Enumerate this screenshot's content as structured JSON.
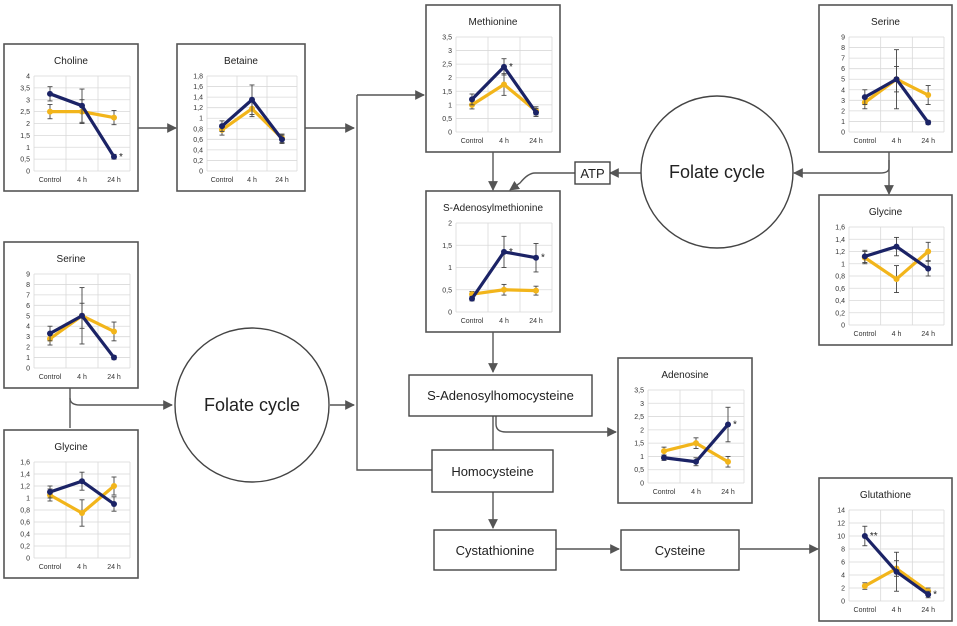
{
  "colors": {
    "treated": "#1b2366",
    "control": "#f2b51b"
  },
  "nodes": {
    "atp": "ATP",
    "sah": "S-Adenosylhomocysteine",
    "homocysteine": "Homocysteine",
    "cystathionine": "Cystathionine",
    "cysteine": "Cysteine",
    "folate_left": "Folate cycle",
    "folate_right": "Folate cycle"
  },
  "chart_data": [
    {
      "id": "choline",
      "type": "line",
      "title": "Choline",
      "categories": [
        "Control",
        "4 h",
        "24 h"
      ],
      "yticks": [
        "0",
        "0,5",
        "1",
        "1,5",
        "2",
        "2,5",
        "3",
        "3,5",
        "4"
      ],
      "ylim": [
        0,
        4
      ],
      "series": [
        {
          "values": [
            3.25,
            2.75,
            0.6
          ],
          "err": [
            0.3,
            0.7,
            0.1
          ]
        },
        {
          "values": [
            2.5,
            2.5,
            2.25
          ],
          "err": [
            0.3,
            0.5,
            0.3
          ]
        }
      ],
      "sig": [
        {
          "text": "*",
          "index": 2
        }
      ]
    },
    {
      "id": "betaine",
      "type": "line",
      "title": "Betaine",
      "categories": [
        "Control",
        "4 h",
        "24 h"
      ],
      "yticks": [
        "0",
        "0,2",
        "0,4",
        "0,6",
        "0,8",
        "1",
        "1,2",
        "1,4",
        "1,6",
        "1,8"
      ],
      "ylim": [
        0,
        1.8
      ],
      "series": [
        {
          "values": [
            0.85,
            1.35,
            0.6
          ],
          "err": [
            0.1,
            0.28,
            0.08
          ]
        },
        {
          "values": [
            0.78,
            1.18,
            0.62
          ],
          "err": [
            0.1,
            0.15,
            0.08
          ]
        }
      ],
      "sig": []
    },
    {
      "id": "methionine",
      "type": "line",
      "title": "Methionine",
      "categories": [
        "Control",
        "4 h",
        "24 h"
      ],
      "yticks": [
        "0",
        "0,5",
        "1",
        "1,5",
        "2",
        "2,5",
        "3",
        "3,5"
      ],
      "ylim": [
        0,
        3.5
      ],
      "series": [
        {
          "values": [
            1.2,
            2.4,
            0.72
          ],
          "err": [
            0.2,
            0.3,
            0.15
          ]
        },
        {
          "values": [
            1.0,
            1.75,
            0.78
          ],
          "err": [
            0.15,
            0.4,
            0.15
          ]
        }
      ],
      "sig": [
        {
          "text": "*",
          "index": 1
        }
      ]
    },
    {
      "id": "sam",
      "type": "line",
      "title": "S-Adenosylmethionine",
      "categories": [
        "Control",
        "4 h",
        "24 h"
      ],
      "yticks": [
        "0",
        "0,5",
        "1",
        "1,5",
        "2"
      ],
      "ylim": [
        0,
        2
      ],
      "series": [
        {
          "values": [
            0.3,
            1.35,
            1.22
          ],
          "err": [
            0.05,
            0.35,
            0.32
          ]
        },
        {
          "values": [
            0.4,
            0.5,
            0.48
          ],
          "err": [
            0.06,
            0.12,
            0.1
          ]
        }
      ],
      "sig": [
        {
          "text": "*",
          "index": 1
        },
        {
          "text": "*",
          "index": 2
        }
      ]
    },
    {
      "id": "serine_right",
      "type": "line",
      "title": "Serine",
      "categories": [
        "Control",
        "4 h",
        "24 h"
      ],
      "yticks": [
        "0",
        "1",
        "2",
        "3",
        "4",
        "5",
        "6",
        "7",
        "8",
        "9"
      ],
      "ylim": [
        0,
        9
      ],
      "series": [
        {
          "values": [
            3.3,
            5.0,
            0.9
          ],
          "err": [
            0.7,
            2.8,
            0.2
          ]
        },
        {
          "values": [
            2.8,
            5.0,
            3.5
          ],
          "err": [
            0.6,
            1.2,
            0.9
          ]
        }
      ],
      "sig": []
    },
    {
      "id": "glycine_right",
      "type": "line",
      "title": "Glycine",
      "categories": [
        "Control",
        "4 h",
        "24 h"
      ],
      "yticks": [
        "0",
        "0,2",
        "0,4",
        "0,6",
        "0,8",
        "1",
        "1,2",
        "1,4",
        "1,6"
      ],
      "ylim": [
        0,
        1.6
      ],
      "series": [
        {
          "values": [
            1.12,
            1.28,
            0.92
          ],
          "err": [
            0.1,
            0.15,
            0.12
          ]
        },
        {
          "values": [
            1.1,
            0.75,
            1.2
          ],
          "err": [
            0.1,
            0.22,
            0.15
          ]
        }
      ],
      "sig": []
    },
    {
      "id": "serine_left",
      "type": "line",
      "title": "Serine",
      "categories": [
        "Control",
        "4 h",
        "24 h"
      ],
      "yticks": [
        "0",
        "1",
        "2",
        "3",
        "4",
        "5",
        "6",
        "7",
        "8",
        "9"
      ],
      "ylim": [
        0,
        9
      ],
      "series": [
        {
          "values": [
            3.3,
            5.0,
            1.0
          ],
          "err": [
            0.7,
            2.7,
            0.2
          ]
        },
        {
          "values": [
            2.8,
            5.0,
            3.5
          ],
          "err": [
            0.6,
            1.2,
            0.9
          ]
        }
      ],
      "sig": []
    },
    {
      "id": "glycine_left",
      "type": "line",
      "title": "Glycine",
      "categories": [
        "Control",
        "4 h",
        "24 h"
      ],
      "yticks": [
        "0",
        "0,2",
        "0,4",
        "0,6",
        "0,8",
        "1",
        "1,2",
        "1,4",
        "1,6"
      ],
      "ylim": [
        0,
        1.6
      ],
      "series": [
        {
          "values": [
            1.1,
            1.28,
            0.9
          ],
          "err": [
            0.1,
            0.15,
            0.12
          ]
        },
        {
          "values": [
            1.05,
            0.75,
            1.2
          ],
          "err": [
            0.1,
            0.22,
            0.15
          ]
        }
      ],
      "sig": []
    },
    {
      "id": "adenosine",
      "type": "line",
      "title": "Adenosine",
      "categories": [
        "Control",
        "4 h",
        "24 h"
      ],
      "yticks": [
        "0",
        "0,5",
        "1",
        "1,5",
        "2",
        "2,5",
        "3",
        "3,5"
      ],
      "ylim": [
        0,
        3.5
      ],
      "series": [
        {
          "values": [
            0.95,
            0.8,
            2.2
          ],
          "err": [
            0.1,
            0.15,
            0.65
          ]
        },
        {
          "values": [
            1.2,
            1.5,
            0.8
          ],
          "err": [
            0.15,
            0.2,
            0.2
          ]
        }
      ],
      "sig": [
        {
          "text": "*",
          "index": 2
        }
      ]
    },
    {
      "id": "glutathione",
      "type": "line",
      "title": "Glutathione",
      "categories": [
        "Control",
        "4 h",
        "24 h"
      ],
      "yticks": [
        "0",
        "2",
        "4",
        "6",
        "8",
        "10",
        "12",
        "14"
      ],
      "ylim": [
        0,
        14
      ],
      "series": [
        {
          "values": [
            10.0,
            4.5,
            1.0
          ],
          "err": [
            1.5,
            3.0,
            0.5
          ]
        },
        {
          "values": [
            2.3,
            5.0,
            1.5
          ],
          "err": [
            0.5,
            1.2,
            0.5
          ]
        }
      ],
      "sig": [
        {
          "text": "**",
          "index": 0
        },
        {
          "text": "*",
          "index": 2
        }
      ]
    }
  ]
}
